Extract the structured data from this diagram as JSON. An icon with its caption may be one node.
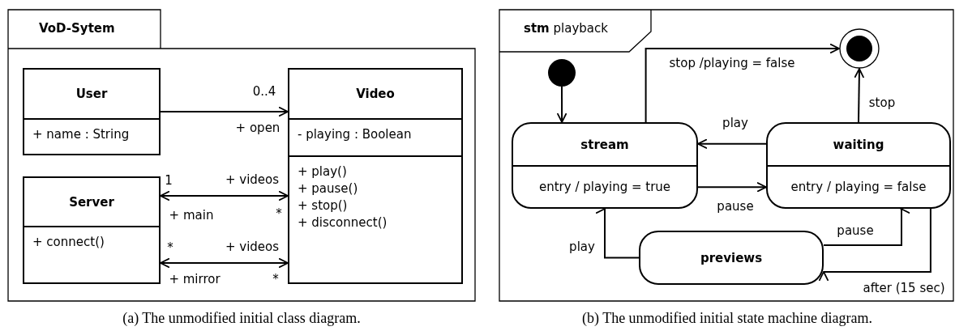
{
  "diagram": {
    "nodes": [
      {
        "text": [
          "VoD-Sytem"
        ]
      },
      {
        "text": [
          "User",
          "+ name : String"
        ],
        "in": 0
      },
      {
        "text": [
          "Server",
          "+ connect()"
        ],
        "in": 0
      },
      {
        "text": [
          "Video",
          "- playing : Boolean",
          "+ play()",
          "+ pause()",
          "+ stop()",
          "+ disconnect()"
        ],
        "in": 0
      },
      {
        "text": [
          "**stm** playback"
        ]
      },
      {
        "text": [],
        "shape": "circle",
        "in": 4
      },
      {
        "text": [],
        "shape": "circle",
        "in": 4
      },
      {
        "text": [
          "stream",
          "entry / playing = true"
        ],
        "in": 4
      },
      {
        "text": [
          "waiting",
          "entry / playing = false"
        ],
        "in": 4
      },
      {
        "text": [
          "previews"
        ],
        "in": 4
      }
    ],
    "edges": [
      {
        "from": 1,
        "to": 3,
        "arrow": "to"
      },
      {
        "from": 2,
        "to": 3,
        "arrow": "both"
      },
      {
        "from": 2,
        "to": 3,
        "arrow": "both"
      },
      {
        "from": 5,
        "to": 7,
        "arrow": "to"
      },
      {
        "from": 7,
        "to": 6,
        "arrow": "to",
        "label": "stop /playing = false"
      },
      {
        "from": 8,
        "to": 6,
        "arrow": "to",
        "label": "stop"
      },
      {
        "from": 8,
        "to": 7,
        "arrow": "to",
        "label": "play"
      },
      {
        "from": 7,
        "to": 8,
        "arrow": "to",
        "label": "pause"
      },
      {
        "from": 9,
        "to": 7,
        "arrow": "to",
        "label": "play"
      },
      {
        "from": 9,
        "to": 8,
        "arrow": "to",
        "label": "pause"
      },
      {
        "from": 8,
        "to": 9,
        "arrow": "to",
        "label": "after (15 sec)"
      }
    ],
    "labels": [
      "0..4",
      "+ open",
      "1",
      "+ videos",
      "+ main",
      "*",
      "*",
      "+ videos",
      "+ mirror",
      "*",
      "(a) The unmodified initial class diagram.",
      "(b) The unmodified initial state machine diagram."
    ]
  }
}
